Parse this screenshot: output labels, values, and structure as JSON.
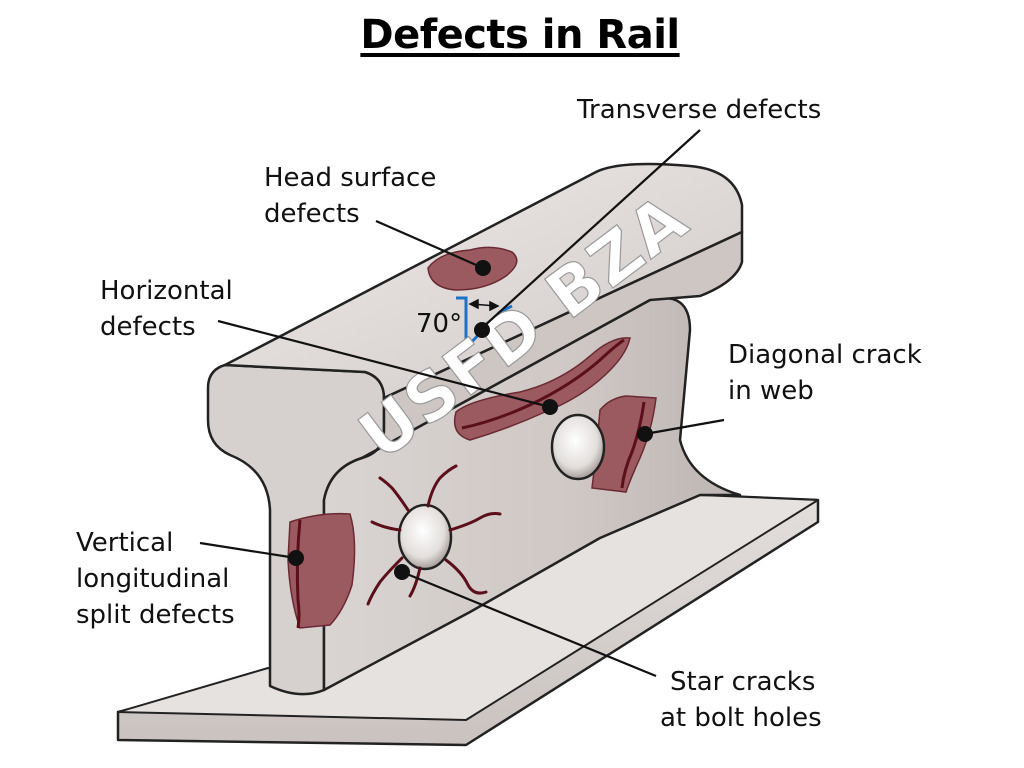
{
  "title": "Defects in Rail",
  "watermark": "USFD BZA",
  "angle_label": "70°",
  "labels": {
    "transverse": "Transverse defects",
    "head_surface": [
      "Head surface",
      "defects"
    ],
    "horizontal": [
      "Horizontal",
      "defects"
    ],
    "diagonal": [
      "Diagonal crack",
      "in web"
    ],
    "vertical": [
      "Vertical",
      "longitudinal",
      "split defects"
    ],
    "star": [
      "Star cracks",
      "at bolt holes"
    ]
  },
  "colors": {
    "rail_face": "#d8d3d1",
    "rail_top": "#e6e2e0",
    "rail_shadow": "#b9b1ae",
    "outline": "#222222",
    "defect_fill": "#9b5a60",
    "crack": "#5a0f1a",
    "angle_marker": "#1a73c9"
  }
}
